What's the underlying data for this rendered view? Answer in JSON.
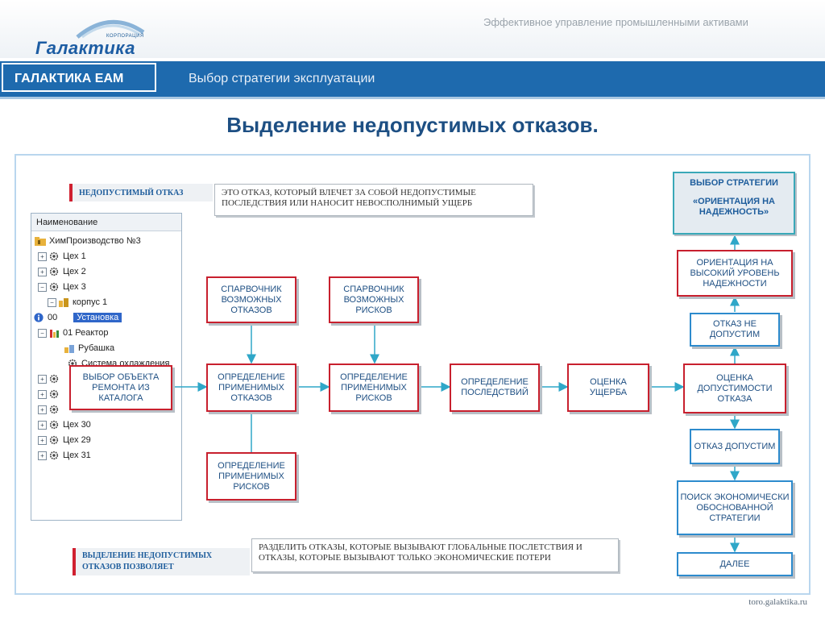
{
  "header": {
    "logo_small": "КОРПОРАЦИЯ",
    "logo_text": "Галактика",
    "tagline": "Эффективное управление промышленными активами",
    "brand": "ГАЛАКТИКА ЕАМ",
    "section": "Выбор стратегии эксплуатации"
  },
  "title": "Выделение недопустимых отказов.",
  "callouts": {
    "top_label": "НЕДОПУСТИМЫЙ ОТКАЗ",
    "top_text": "ЭТО ОТКАЗ, КОТОРЫЙ ВЛЕЧЕТ ЗА СОБОЙ  НЕДОПУСТИМЫЕ ПОСЛЕДСТВИЯ ИЛИ НАНОСИТ НЕВОСПОЛНИМЫЙ УЩЕРБ",
    "bottom_label": "ВЫДЕЛЕНИЕ НЕДОПУСТИМЫХ ОТКАЗОВ ПОЗВОЛЯЕТ",
    "bottom_text": "РАЗДЕЛИТЬ ОТКАЗЫ, КОТОРЫЕ ВЫЗЫВАЮТ ГЛОБАЛЬНЫЕ ПОСЛЕТСТВИЯ И ОТКАЗЫ, КОТОРЫЕ ВЫЗЫВАЮТ ТОЛЬКО ЭКОНОМИЧЕСКИЕ ПОТЕРИ"
  },
  "tree": {
    "header": "Наименование",
    "rows": [
      {
        "label": "ХимПроизводство №3",
        "icon": "folder-icon"
      },
      {
        "label": "Цех 1",
        "icon": "gear-icon"
      },
      {
        "label": "Цех 2",
        "icon": "gear-icon"
      },
      {
        "label": "Цех 3",
        "icon": "gear-icon"
      },
      {
        "label": "корпус 1",
        "icon": "building-icon"
      },
      {
        "label": "00",
        "label2": "Установка",
        "icon": "info-icon"
      },
      {
        "label": "01  Реактор",
        "icon": "reactor-icon"
      },
      {
        "label": "Рубашка",
        "icon": "component-icon"
      },
      {
        "label": "Система охлаждения",
        "icon": "gear-icon"
      },
      {
        "label": "Цех 30",
        "icon": "gear-icon"
      },
      {
        "label": "Цех 29",
        "icon": "gear-icon"
      },
      {
        "label": "Цех 31",
        "icon": "gear-icon"
      }
    ]
  },
  "flow": {
    "select_object": "ВЫБОР  ОБЪЕКТА РЕМОНТА ИЗ КАТАЛОГА",
    "ref_failures": "СПАРВОЧНИК ВОЗМОЖНЫХ ОТКАЗОВ",
    "ref_risks": "СПАРВОЧНИК ВОЗМОЖНЫХ РИСКОВ",
    "def_failures": "ОПРЕДЕЛЕНИЕ ПРИМЕНИМЫХ ОТКАЗОВ",
    "def_risks": "ОПРЕДЕЛЕНИЕ ПРИМЕНИМЫХ РИСКОВ",
    "def_risks_bottom": "ОПРЕДЕЛЕНИЕ ПРИМЕНИМЫХ РИСКОВ",
    "def_consequences": "ОПРЕДЕЛЕНИЕ ПОСЛЕДСТВИЙ",
    "damage": "ОЦЕНКА УЩЕРБА",
    "acceptability": "ОЦЕНКА ДОПУСТИМОСТИ ОТКАЗА",
    "not_acceptable": "ОТКАЗ НЕ ДОПУСТИМ",
    "high_reliability": "ОРИЕНТАЦИЯ НА ВЫСОКИЙ УРОВЕНЬ НАДЕЖНОСТИ",
    "acceptable": "ОТКАЗ ДОПУСТИМ",
    "economic": "ПОИСК ЭКОНОМИЧЕСКИ ОБОСНОВАННОЙ СТРАТЕГИИ",
    "next": "ДАЛЕЕ",
    "strategy_label": "ВЫБОР   СТРАТЕГИИ",
    "strategy_value": "«ОРИЕНТАЦИЯ НА НАДЕЖНОСТЬ»"
  },
  "footer": "toro.galaktika.ru",
  "colors": {
    "accent": "#1e6aae",
    "box_border": "#c8202e",
    "text": "#1e4f83"
  }
}
